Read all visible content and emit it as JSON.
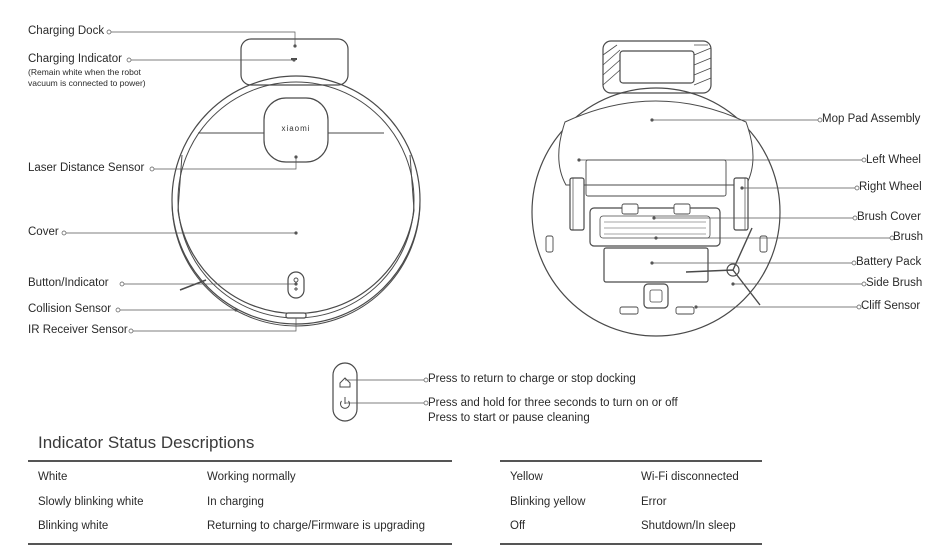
{
  "left_figure": {
    "charging_dock": "Charging Dock",
    "charging_indicator": "Charging Indicator",
    "charging_indicator_note_1": "(Remain white when the robot",
    "charging_indicator_note_2": "vacuum is connected to power)",
    "brand_logo": "xiaomi",
    "laser_distance_sensor": "Laser Distance Sensor",
    "cover": "Cover",
    "button_indicator": "Button/Indicator",
    "collision_sensor": "Collision Sensor",
    "ir_receiver_sensor": "IR Receiver Sensor"
  },
  "right_figure": {
    "mop_pad_assembly": "Mop Pad Assembly",
    "left_wheel": "Left Wheel",
    "right_wheel": "Right Wheel",
    "brush_cover": "Brush Cover",
    "brush": "Brush",
    "battery_pack": "Battery Pack",
    "side_brush": "Side Brush",
    "cliff_sensor": "Cliff Sensor"
  },
  "buttons": {
    "home_desc": "Press to return to charge or stop docking",
    "power_desc_1": "Press and hold for three seconds to turn on or off",
    "power_desc_2": "Press to start or pause cleaning"
  },
  "indicator_section": {
    "title": "Indicator Status Descriptions",
    "left_table": [
      {
        "status": "White",
        "meaning": "Working normally"
      },
      {
        "status": "Slowly blinking white",
        "meaning": "In charging"
      },
      {
        "status": "Blinking white",
        "meaning": "Returning to charge/Firmware is upgrading"
      }
    ],
    "right_table": [
      {
        "status": "Yellow",
        "meaning": "Wi-Fi disconnected"
      },
      {
        "status": "Blinking yellow",
        "meaning": "Error"
      },
      {
        "status": "Off",
        "meaning": "Shutdown/In sleep"
      }
    ]
  }
}
